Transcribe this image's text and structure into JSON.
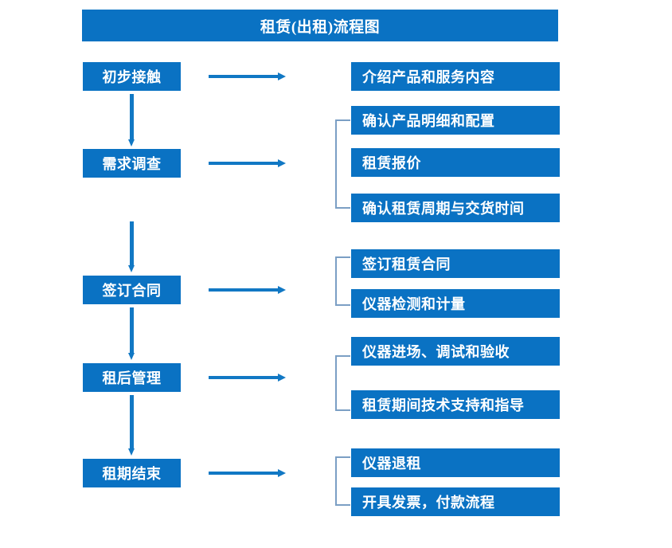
{
  "diagram": {
    "title": "租赁(出租)流程图",
    "accent_color": "#0a72c3",
    "arrow_color": "#1178c4",
    "bracket_color": "#7b9fc4",
    "title_text_color": "#ffffff"
  },
  "stages": [
    {
      "label": "初步接触"
    },
    {
      "label": "需求调查"
    },
    {
      "label": "签订合同"
    },
    {
      "label": "租后管理"
    },
    {
      "label": "租期结束"
    }
  ],
  "details": {
    "group1": [
      {
        "label": "介绍产品和服务内容"
      }
    ],
    "group2": [
      {
        "label": "确认产品明细和配置"
      },
      {
        "label": "租赁报价"
      },
      {
        "label": "确认租赁周期与交货时间"
      }
    ],
    "group3": [
      {
        "label": "签订租赁合同"
      },
      {
        "label": "仪器检测和计量"
      }
    ],
    "group4": [
      {
        "label": "仪器进场、调试和验收"
      },
      {
        "label": "租赁期间技术支持和指导"
      }
    ],
    "group5": [
      {
        "label": "仪器退租"
      },
      {
        "label": "开具发票，付款流程"
      }
    ]
  }
}
